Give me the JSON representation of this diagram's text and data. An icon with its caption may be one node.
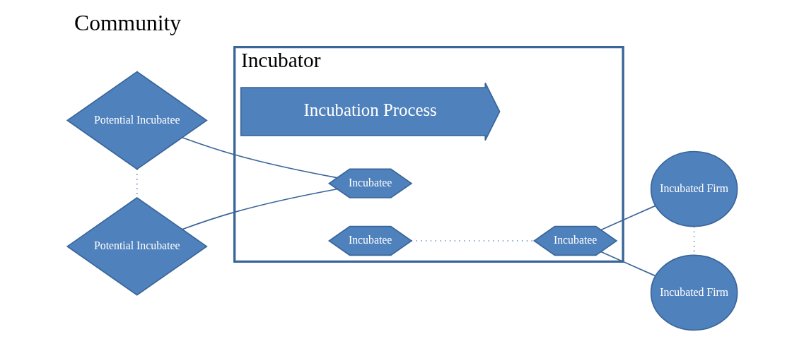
{
  "diagram": {
    "title": "Community",
    "nodes": [
      {
        "text": [
          "Potential Incubatee"
        ]
      },
      {
        "text": [
          "Potential Incubatee"
        ]
      },
      {
        "text": [
          "Incubator"
        ]
      },
      {
        "text": [
          "Incubation Process"
        ],
        "in": 2
      },
      {
        "text": [
          "Incubatee"
        ],
        "in": 2
      },
      {
        "text": [
          "Incubatee"
        ],
        "in": 2
      },
      {
        "text": [
          "Incubatee"
        ],
        "in": 2
      },
      {
        "text": [
          "Incubated Firm"
        ]
      },
      {
        "text": [
          "Incubated Firm"
        ]
      }
    ],
    "edges": [
      {
        "from": 0,
        "to": 1,
        "arrow": "none",
        "style": "dashed"
      },
      {
        "from": 0,
        "to": 4,
        "arrow": "none"
      },
      {
        "from": 1,
        "to": 4,
        "arrow": "none"
      },
      {
        "from": 5,
        "to": 6,
        "arrow": "none",
        "style": "dashed"
      },
      {
        "from": 6,
        "to": 7,
        "arrow": "none"
      },
      {
        "from": 6,
        "to": 8,
        "arrow": "none"
      },
      {
        "from": 7,
        "to": 8,
        "arrow": "none",
        "style": "dashed"
      }
    ]
  }
}
